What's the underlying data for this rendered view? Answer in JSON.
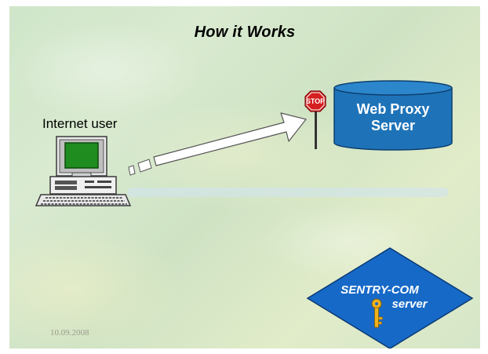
{
  "slide": {
    "title": "How it Works",
    "date": "10.09.2008"
  },
  "user": {
    "label": "Internet user",
    "icon": "computer-icon"
  },
  "stop_sign": {
    "text": "STOP",
    "icon": "stop-sign-icon"
  },
  "proxy": {
    "line1": "Web Proxy",
    "line2": "Server",
    "icon": "database-cylinder-icon"
  },
  "sentry": {
    "line1": "SENTRY-COM",
    "line2": "server",
    "icon": "key-icon"
  },
  "colors": {
    "proxy_fill": "#1e73b8",
    "proxy_top": "#2b86cc",
    "sentry_fill": "#1769c7",
    "stop_red": "#d41f1f",
    "key_gold": "#f2b21b",
    "monitor_screen": "#1e8c1e"
  }
}
